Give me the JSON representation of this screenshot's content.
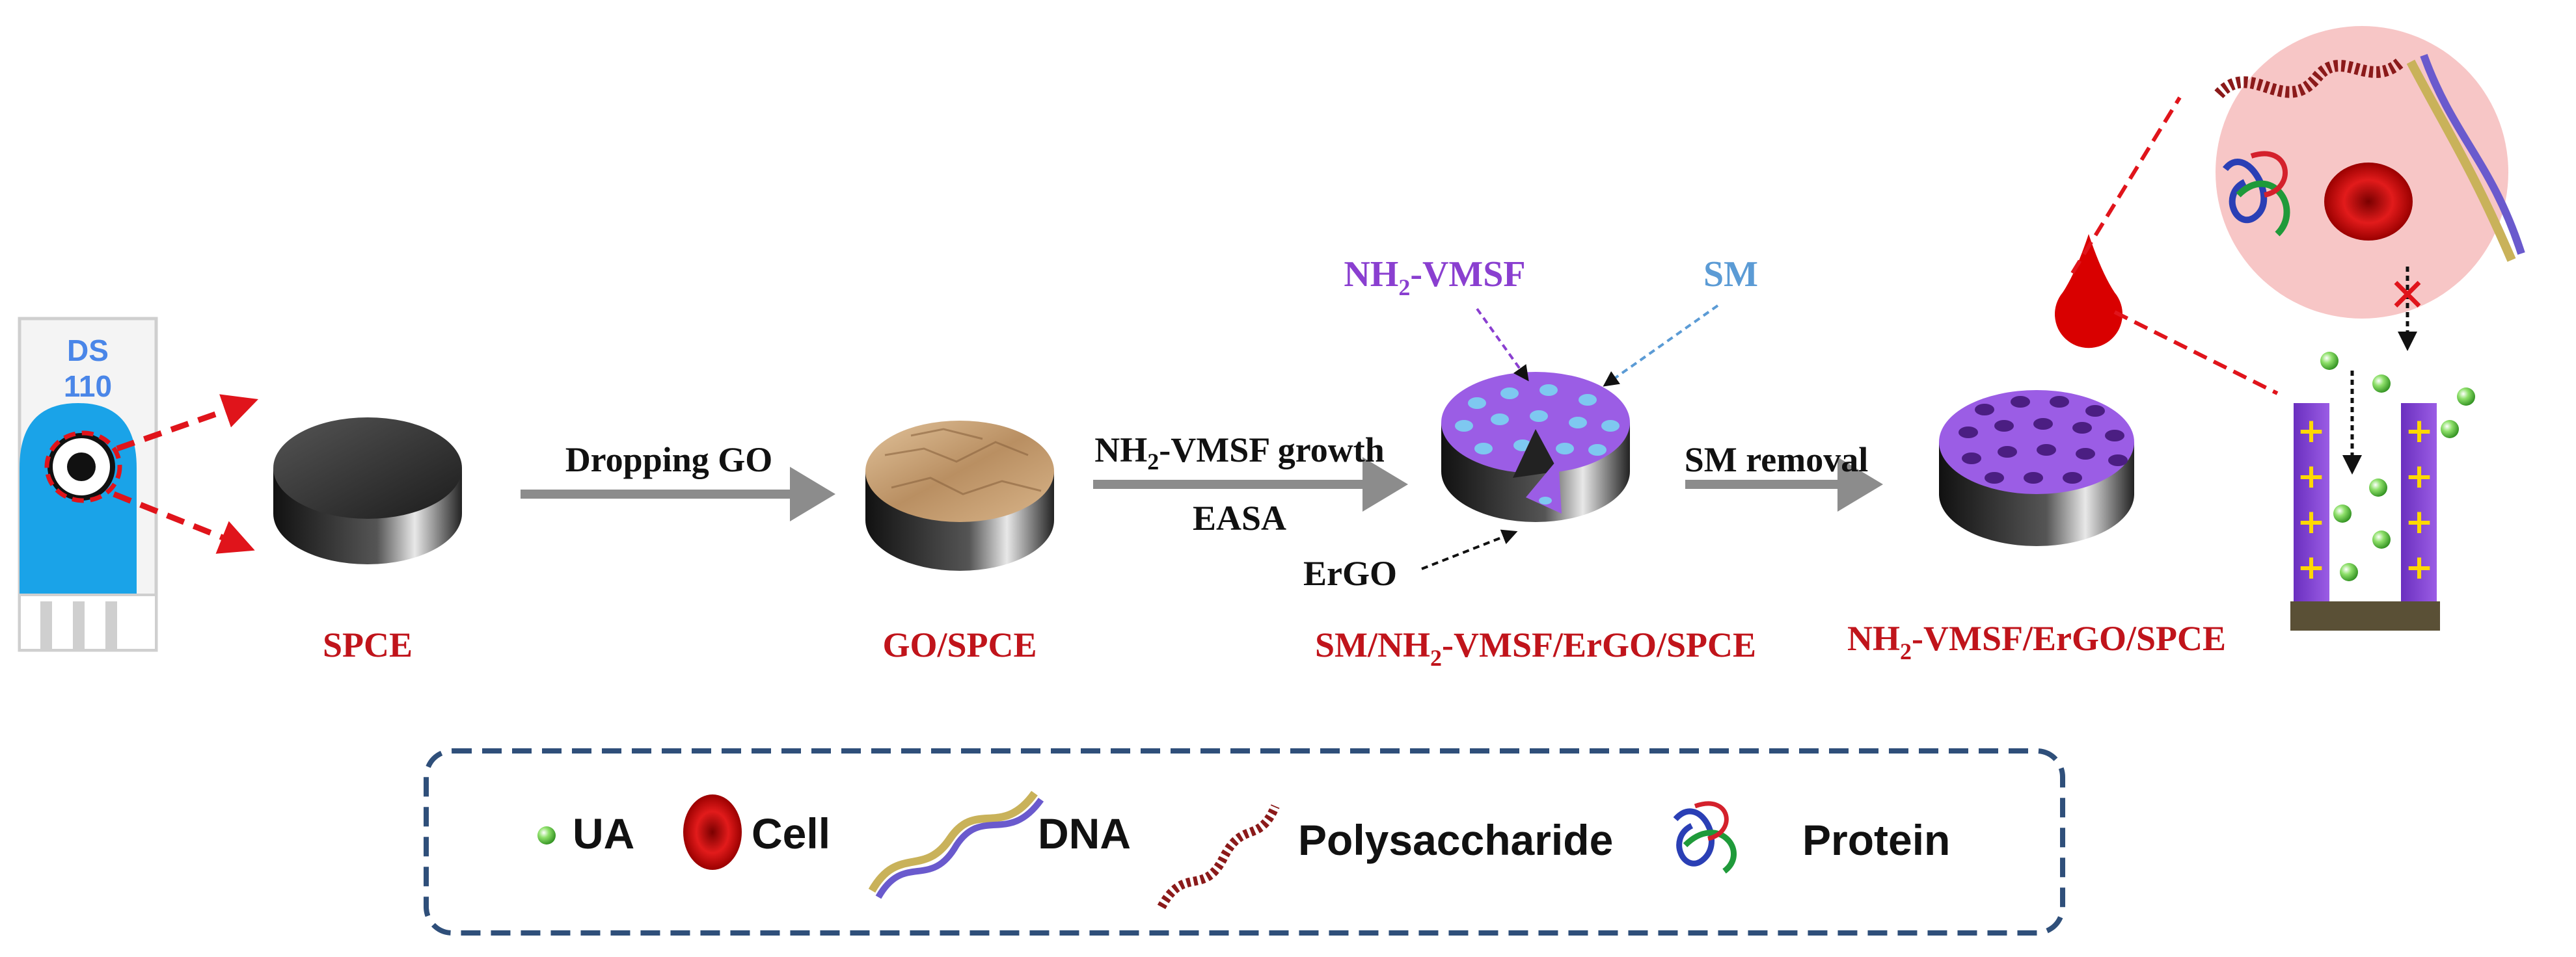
{
  "device": {
    "line1": "DS",
    "line2": "110"
  },
  "electrodes": {
    "spce": "SPCE",
    "go_spce": "GO/SPCE",
    "sm_vmsf_prefix": "SM/NH",
    "sm_vmsf_sub": "2",
    "sm_vmsf_suffix": "-VMSF/ErGO/SPCE",
    "vmsf_prefix": "NH",
    "vmsf_sub": "2",
    "vmsf_suffix": "-VMSF/ErGO/SPCE"
  },
  "steps": {
    "dropping_go": "Dropping GO",
    "growth_prefix": "NH",
    "growth_sub": "2",
    "growth_suffix": "-VMSF growth",
    "easa": "EASA",
    "sm_removal": "SM removal"
  },
  "callouts": {
    "vmsf_prefix": "NH",
    "vmsf_sub": "2",
    "vmsf_suffix": "-VMSF",
    "sm": "SM",
    "ergo": "ErGO"
  },
  "channel": {
    "charge_symbol": "+",
    "blocked_symbol": "✕"
  },
  "legend": {
    "ua": "UA",
    "cell": "Cell",
    "dna": "DNA",
    "polysaccharide": "Polysaccharide",
    "protein": "Protein"
  },
  "colors": {
    "label_red": "#c0141b",
    "arrow_gray": "#8c8c8c",
    "vmsf_purple": "#9b5de5",
    "sm_blue": "#7ec8f0",
    "go_tan": "#c8a27a",
    "blood_red": "#d90000",
    "zoom_pink": "#f7c6c6",
    "legend_border": "#2f4f7a",
    "device_blue": "#1aa3e8"
  }
}
